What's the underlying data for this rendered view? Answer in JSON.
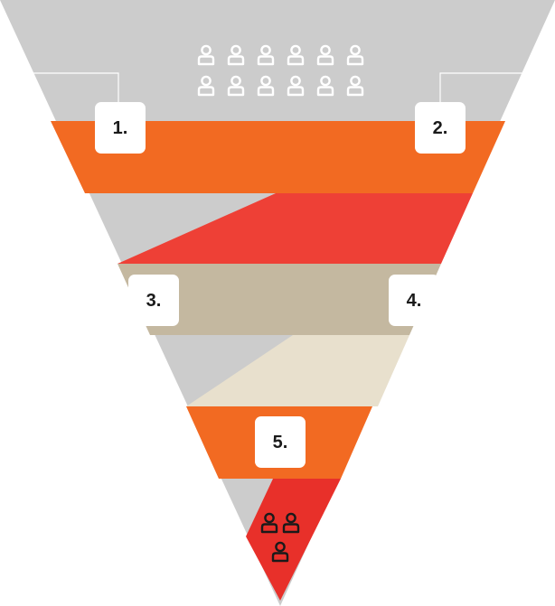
{
  "colors": {
    "funnel_gray": "#cccccc",
    "orange": "#f26a22",
    "red": "#ee4036",
    "deep_red": "#e8302a",
    "tan": "#c4b8a0",
    "cream": "#e8e0cd",
    "badge_bg": "#ffffff",
    "badge_text": "#1a1a1a",
    "person_top": "#ffffff",
    "person_bottom": "#1a1a1a"
  },
  "icons": {
    "top_group": "person-icon",
    "bottom_group": "person-icon",
    "top_group_count": 12,
    "bottom_group_count": 3
  },
  "steps": [
    {
      "label": "1."
    },
    {
      "label": "2."
    },
    {
      "label": "3."
    },
    {
      "label": "4."
    },
    {
      "label": "5."
    }
  ]
}
